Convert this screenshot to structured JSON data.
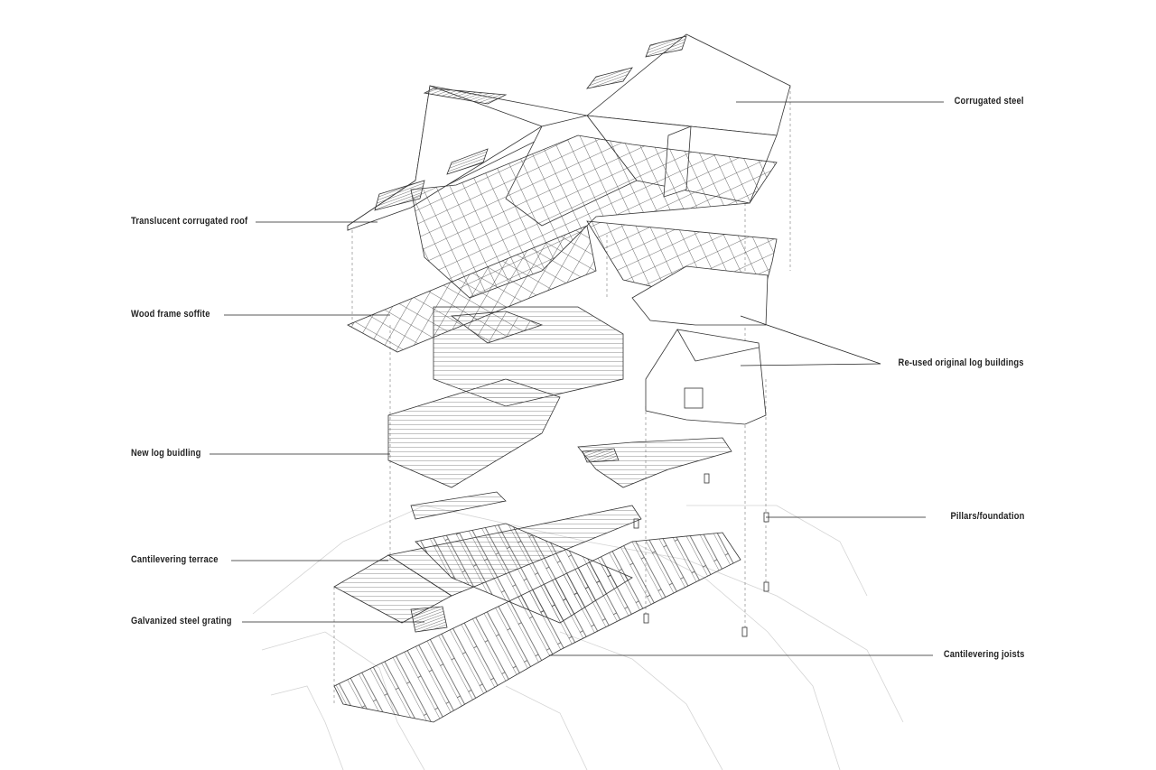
{
  "title": "Exploded axonometric of house with log buildings",
  "labels": {
    "corrugated_steel": "Corrugated steel",
    "translucent_roof": "Translucent corrugated roof",
    "wood_frame_soffite": "Wood frame soffite",
    "reused_log_buildings": "Re-used original log buildings",
    "new_log_building": "New log buidling",
    "pillars_foundation": "Pillars/foundation",
    "cantilevering_terrace": "Cantilevering terrace",
    "galvanized_grating": "Galvanized steel grating",
    "cantilevering_joists": "Cantilevering joists"
  },
  "colors": {
    "line": "#333333",
    "faint": "#cccccc",
    "text": "#222222"
  }
}
